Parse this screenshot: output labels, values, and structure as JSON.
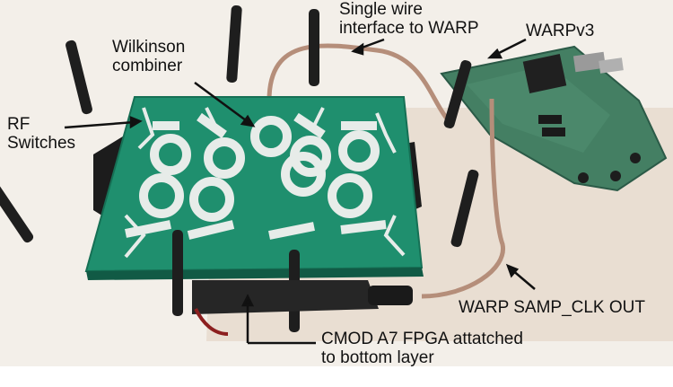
{
  "labels": {
    "wilkinson": "Wilkinson\ncombiner",
    "rf_switches": "RF\nSwitches",
    "single_wire": "Single wire\ninterface to WARP",
    "warpv3": "WARPv3",
    "samp_clk": "WARP SAMP_CLK OUT",
    "cmod": "CMOD A7 FPGA attatched\nto bottom layer"
  },
  "colors": {
    "pcb_green": "#1f8f6e",
    "trace_white": "#e8ece8",
    "warp_board": "#3f7f64",
    "background": "#f4efea",
    "foam": "#e9ddd0"
  }
}
